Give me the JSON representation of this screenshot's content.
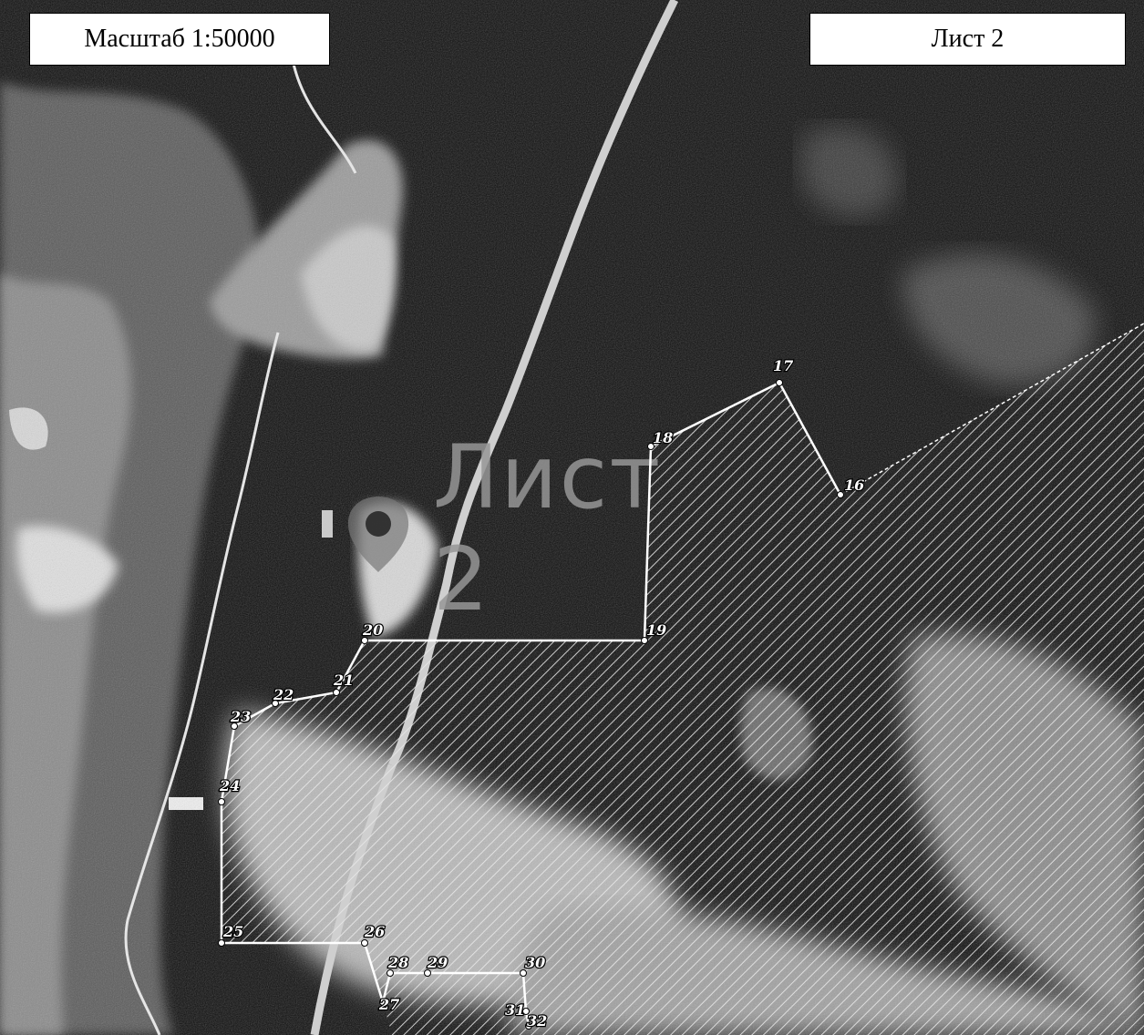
{
  "scale_label": "Масштаб 1:50000",
  "sheet_label": "Лист 2",
  "watermark_text": "Лист 2",
  "colors": {
    "boundary": "#ffffff",
    "hatch": "#e8e8e8",
    "road": "#d9d9d9",
    "background": "#0b0b0b"
  },
  "points": [
    {
      "id": "16",
      "label": "16"
    },
    {
      "id": "17",
      "label": "17"
    },
    {
      "id": "18",
      "label": "18"
    },
    {
      "id": "19",
      "label": "19"
    },
    {
      "id": "20",
      "label": "20"
    },
    {
      "id": "21",
      "label": "21"
    },
    {
      "id": "22",
      "label": "22"
    },
    {
      "id": "23",
      "label": "23"
    },
    {
      "id": "24",
      "label": "24"
    },
    {
      "id": "25",
      "label": "25"
    },
    {
      "id": "26",
      "label": "26"
    },
    {
      "id": "27",
      "label": "27"
    },
    {
      "id": "28",
      "label": "28"
    },
    {
      "id": "29",
      "label": "29"
    },
    {
      "id": "30",
      "label": "30"
    },
    {
      "id": "31",
      "label": "31"
    },
    {
      "id": "32",
      "label": "32"
    }
  ]
}
